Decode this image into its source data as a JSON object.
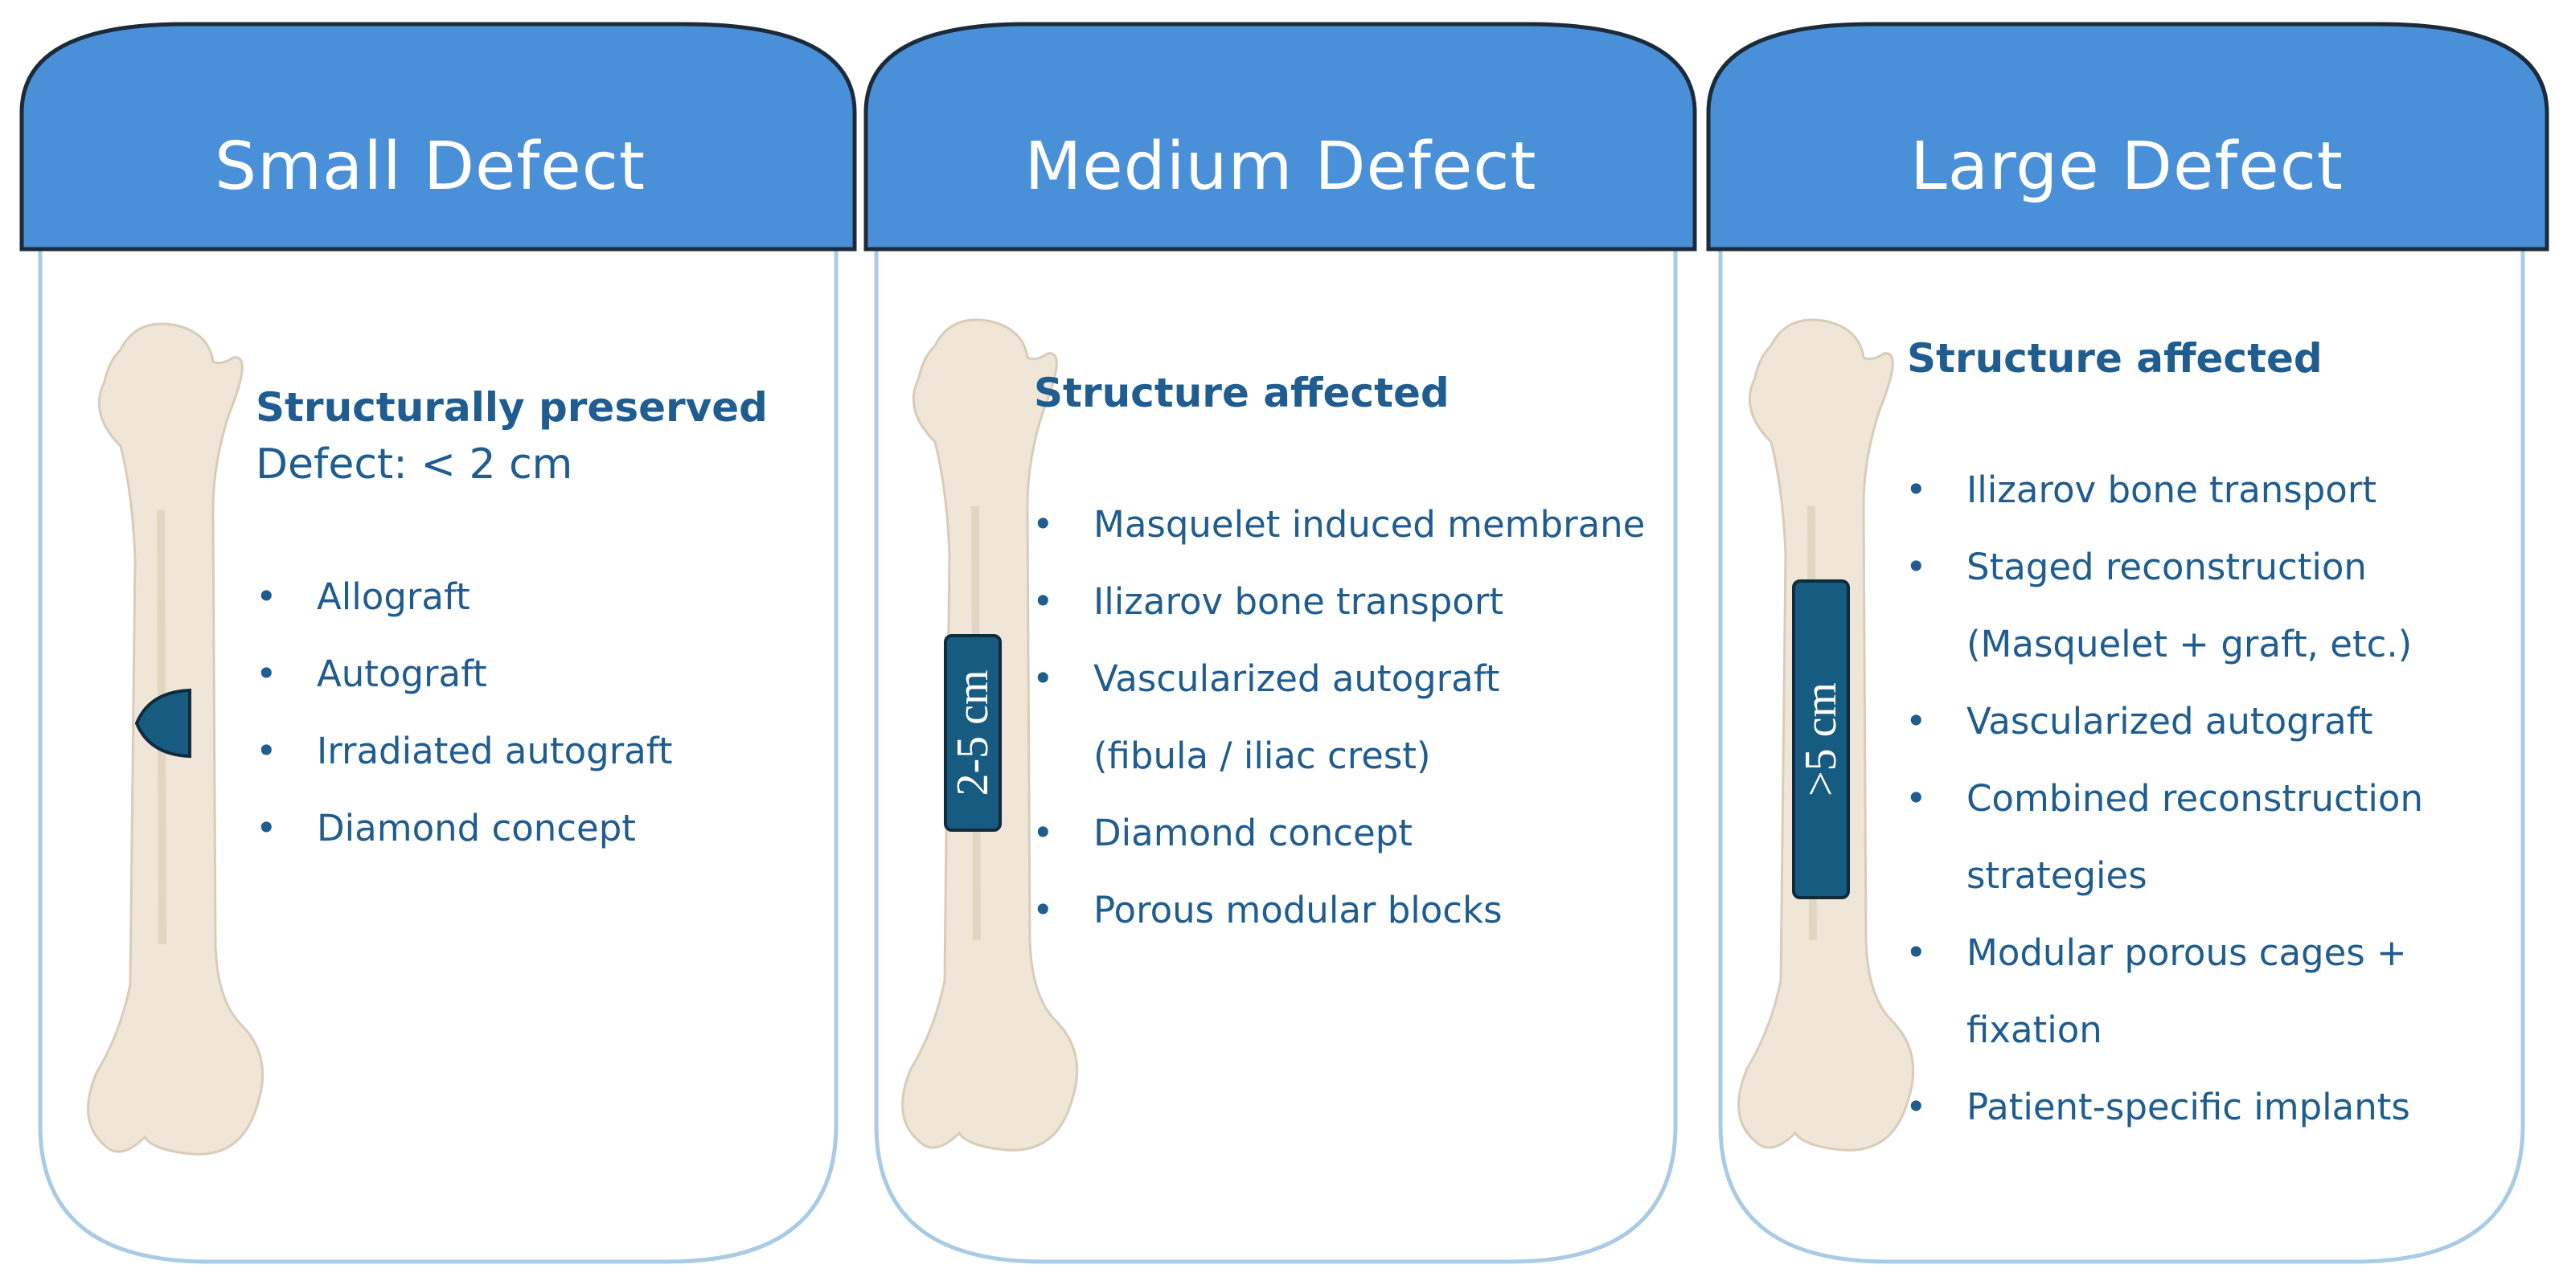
{
  "colors": {
    "header_fill": "#4a90d9",
    "header_stroke": "#1b2b3a",
    "panel_stroke": "#a9cbe6",
    "text": "#1f5c8f",
    "bone": "#efe6d8",
    "bone_shadow": "#d9ccb8",
    "marker_fill": "#175c80"
  },
  "panels": [
    {
      "title": "Small Defect",
      "heading": "Structurally preserved",
      "subheading": "Defect: < 2 cm",
      "marker_label": "",
      "items": [
        {
          "text": "Allograft"
        },
        {
          "text": "Autograft"
        },
        {
          "text": "Irradiated autograft"
        },
        {
          "text": "Diamond concept"
        }
      ]
    },
    {
      "title": "Medium Defect",
      "heading": "Structure affected",
      "subheading": "",
      "marker_label": "2-5 cm",
      "items": [
        {
          "text": "Masquelet induced  membrane"
        },
        {
          "text": "Ilizarov bone transport"
        },
        {
          "text": "Vascularized autograft",
          "text2": "(fibula / iliac crest)"
        },
        {
          "text": "Diamond concept"
        },
        {
          "text": "Porous modular blocks"
        }
      ]
    },
    {
      "title": "Large Defect",
      "heading": "Structure affected",
      "subheading": "",
      "marker_label": ">5 cm",
      "items": [
        {
          "text": "Ilizarov bone transport"
        },
        {
          "text": "Staged reconstruction",
          "text2": "(Masquelet + graft, etc.)"
        },
        {
          "text": "Vascularized autograft"
        },
        {
          "text": "Combined reconstruction",
          "text2": "strategies"
        },
        {
          "text": "Modular porous cages +",
          "text2": "fixation"
        },
        {
          "text": "Patient-specific implants"
        }
      ]
    }
  ],
  "bullet": "•",
  "icons": [
    "femur-bone-icon",
    "defect-marker-icon"
  ]
}
